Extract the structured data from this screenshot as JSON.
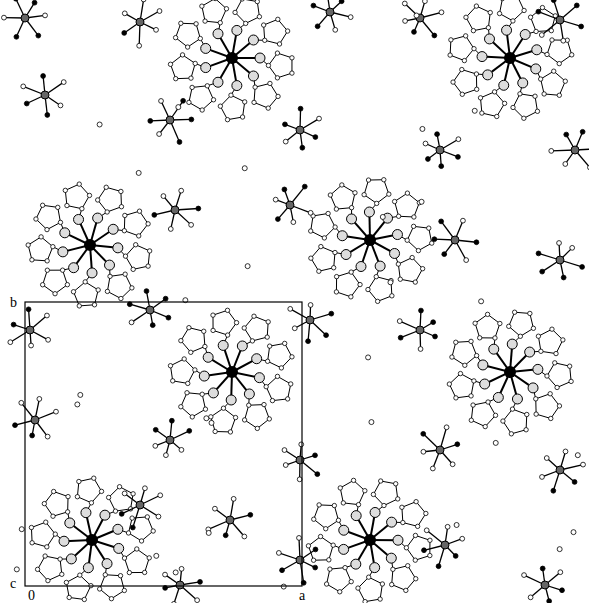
{
  "diagram": {
    "labels": [
      "b",
      "c",
      "0",
      "a"
    ]
  }
}
